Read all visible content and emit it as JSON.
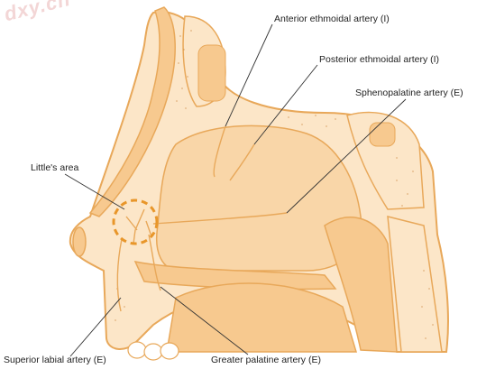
{
  "watermark": "dxy.cn",
  "labels": {
    "anterior_ethmoidal": "Anterior ethmoidal artery (I)",
    "posterior_ethmoidal": "Posterior ethmoidal artery (I)",
    "sphenopalatine": "Sphenopalatine artery (E)",
    "littles_area": "Little's area",
    "superior_labial": "Superior labial artery (E)",
    "greater_palatine": "Greater palatine artery (E)"
  },
  "colors": {
    "tissue_fill": "#fce6c8",
    "bone_fill": "#f7c98f",
    "outline": "#e8a85a",
    "dots": "#c9863f",
    "highlight_circle": "#e8962a",
    "leader_line": "#333333"
  }
}
